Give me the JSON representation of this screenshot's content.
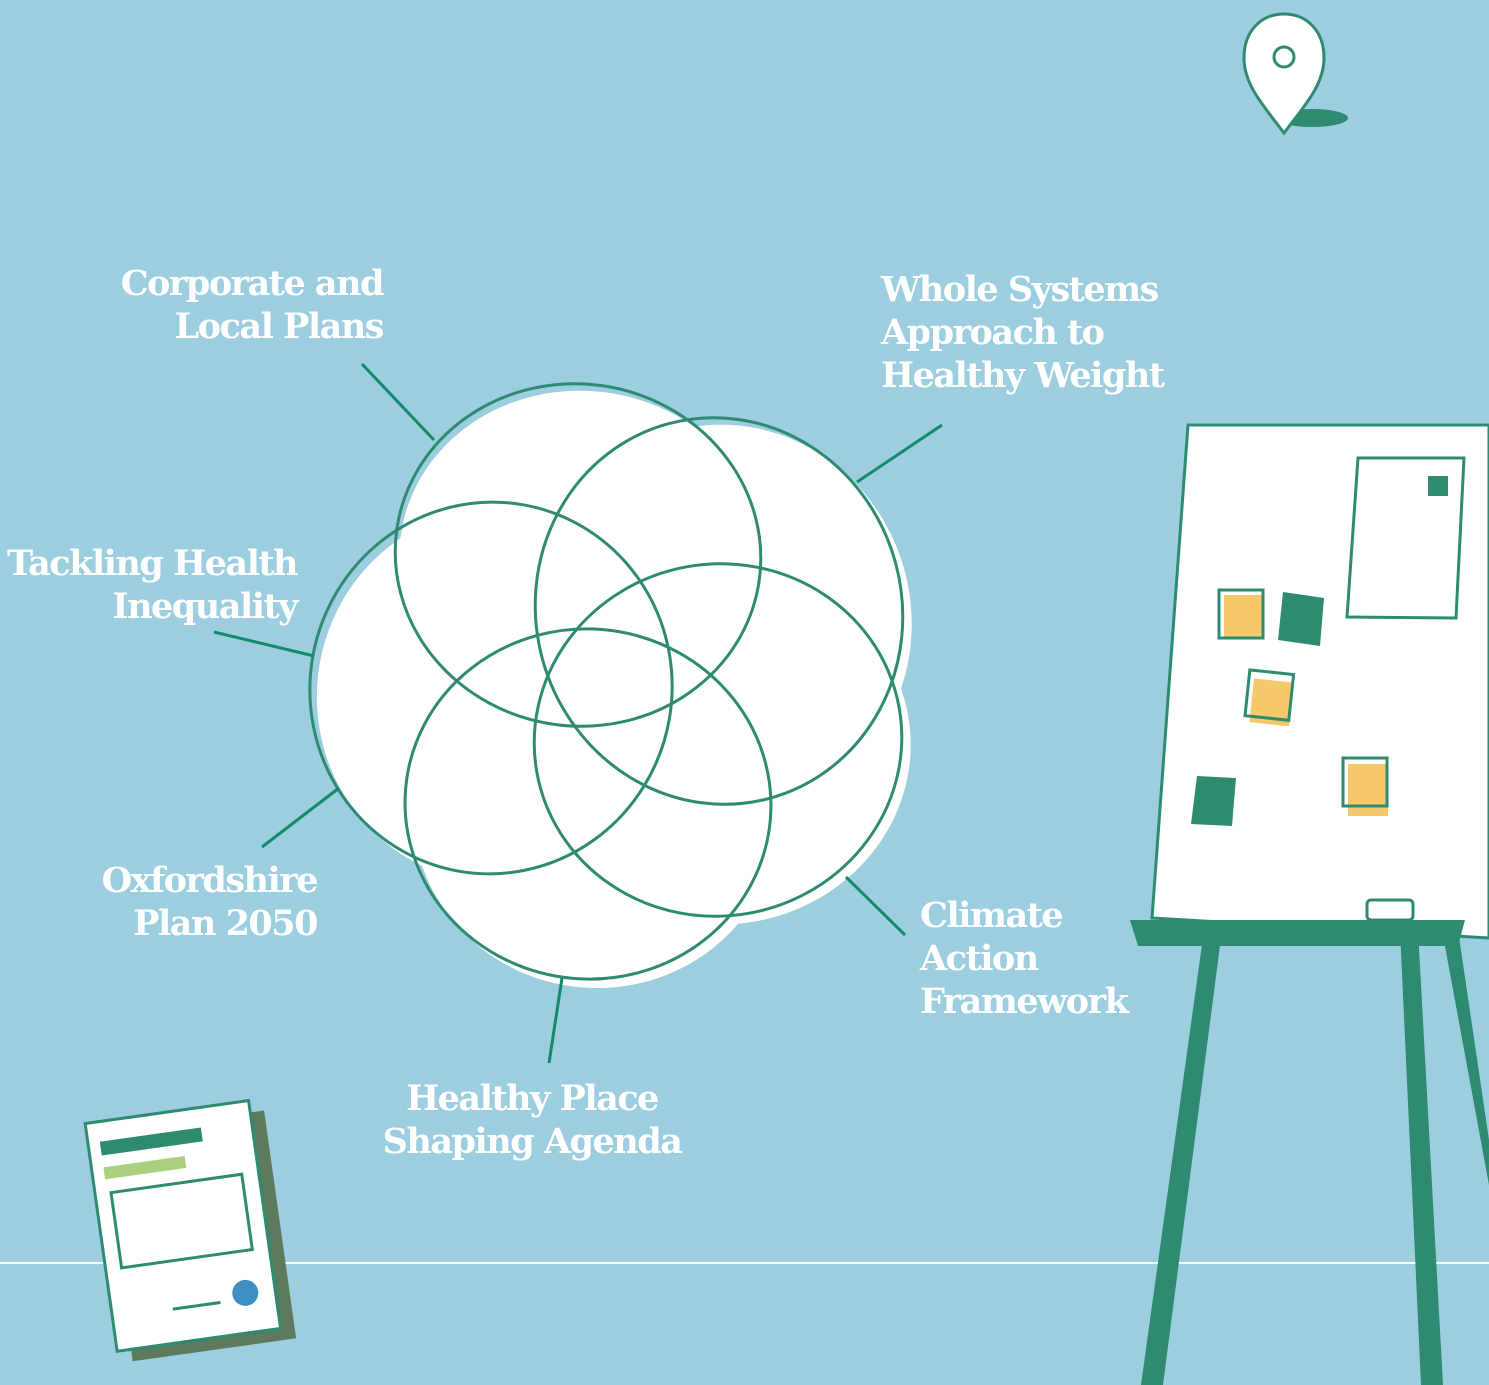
{
  "labels": {
    "corporate": [
      "Corporate and",
      "Local Plans"
    ],
    "whole_systems": [
      "Whole Systems",
      "Approach to",
      "Healthy Weight"
    ],
    "tackling": [
      "Tackling Health",
      "Inequality"
    ],
    "oxfordshire": [
      "Oxfordshire",
      "Plan 2050"
    ],
    "climate": [
      "Climate",
      "Action",
      "Framework"
    ],
    "healthy_place": [
      "Healthy Place",
      "Shaping Agenda"
    ]
  },
  "colors": {
    "background": "#9dcee0",
    "line": "#2e8a70",
    "fill": "#ffffff",
    "note_yellow": "#f5c96a",
    "dark_green": "#2e8a70",
    "light_green": "#a8cf7e",
    "dot_blue": "#3e8fc2"
  },
  "icons": [
    "location-pin-icon",
    "document-icon",
    "whiteboard-easel"
  ]
}
